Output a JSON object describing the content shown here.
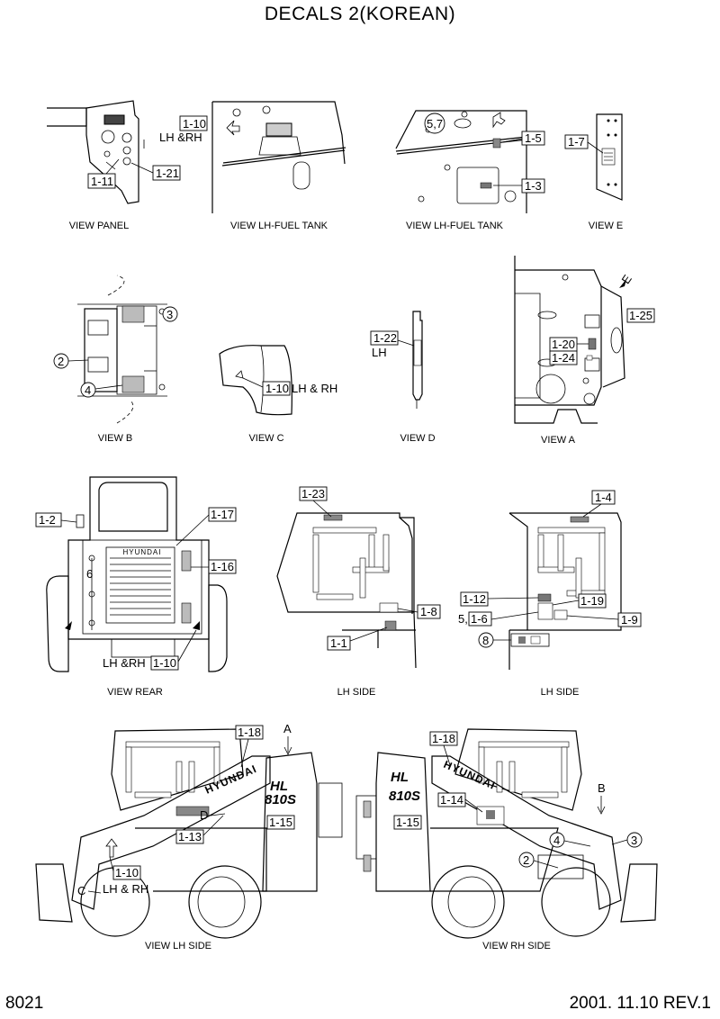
{
  "title": "DECALS 2(KOREAN)",
  "footer": {
    "page_code": "8021",
    "date_rev": "2001. 11.10  REV.1"
  },
  "views": [
    {
      "id": "panel",
      "caption": "VIEW PANEL",
      "labels": [
        "1-11",
        "1-21"
      ]
    },
    {
      "id": "lh-fuel-1",
      "caption": "VIEW LH-FUEL TANK",
      "labels": [
        "1-10",
        "LH &RH"
      ]
    },
    {
      "id": "lh-fuel-2",
      "caption": "VIEW LH-FUEL TANK",
      "labels": [
        "5,7",
        "1-5",
        "1-3"
      ]
    },
    {
      "id": "e",
      "caption": "VIEW E",
      "labels": [
        "1-7"
      ]
    },
    {
      "id": "b",
      "caption": "VIEW B",
      "labels": [
        "3",
        "2",
        "4"
      ]
    },
    {
      "id": "c",
      "caption": "VIEW C",
      "labels": [
        "1-10",
        "LH & RH"
      ]
    },
    {
      "id": "d",
      "caption": "VIEW D",
      "labels": [
        "1-22",
        "LH"
      ]
    },
    {
      "id": "a",
      "caption": "VIEW A",
      "labels": [
        "1-25",
        "1-20",
        "1-24",
        "E"
      ]
    },
    {
      "id": "rear",
      "caption": "VIEW REAR",
      "labels": [
        "1-2",
        "1-17",
        "6",
        "1-16",
        "LH &RH",
        "1-10"
      ]
    },
    {
      "id": "lh-side-1",
      "caption": "LH SIDE",
      "labels": [
        "1-23",
        "1-8",
        "1-1"
      ]
    },
    {
      "id": "lh-side-2",
      "caption": "LH SIDE",
      "labels": [
        "1-4",
        "1-12",
        "1-19",
        "5,",
        "1-6",
        "1-9",
        "8"
      ]
    },
    {
      "id": "lh-side-view",
      "caption": "VIEW LH SIDE",
      "labels": [
        "1-18",
        "A",
        "1-15",
        "D",
        "1-13",
        "1-10",
        "C",
        "LH & RH",
        "HYUNDAI",
        "HL",
        "810S"
      ]
    },
    {
      "id": "rh-side-view",
      "caption": "VIEW RH SIDE",
      "labels": [
        "1-18",
        "1-14",
        "1-15",
        "B",
        "3",
        "4",
        "2",
        "HYUNDAI",
        "HL",
        "810S"
      ]
    }
  ]
}
